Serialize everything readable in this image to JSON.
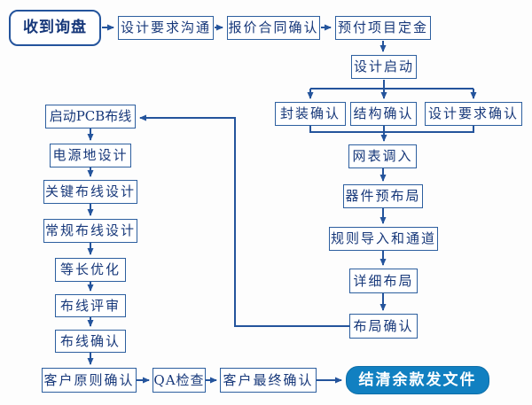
{
  "diagram": {
    "description": "PCB design service workflow flowchart (Chinese)",
    "nodes": {
      "received_inquiry": "收到询盘",
      "design_requirement_communication": "设计要求沟通",
      "quotation_contract_confirm": "报价合同确认",
      "prepaid_project_deposit": "预付项目定金",
      "design_start": "设计启动",
      "package_confirm": "封装确认",
      "structure_confirm": "结构确认",
      "design_requirement_confirm": "设计要求确认",
      "netlist_import": "网表调入",
      "component_pre_layout": "器件预布局",
      "rule_import_and_channel": "规则导入和通道",
      "detailed_layout": "详细布局",
      "layout_confirm": "布局确认",
      "start_pcb_routing": "启动PCB布线",
      "power_ground_design": "电源地设计",
      "critical_routing_design": "关键布线设计",
      "general_routing_design": "常规布线设计",
      "length_matching_optimization": "等长优化",
      "routing_review": "布线评审",
      "routing_confirm": "布线确认",
      "customer_principle_confirm": "客户原则确认",
      "qa_check": "QA检查",
      "customer_final_confirm": "客户最终确认",
      "settle_balance_send_files": "结清余款发文件"
    },
    "colors": {
      "box_border": "#2d5f9f",
      "box_text": "#17387a",
      "connector_line": "#24549c",
      "filled_box_background": "#1180c1",
      "filled_box_text": "#ffffff",
      "background": "#fdfdfd"
    }
  }
}
